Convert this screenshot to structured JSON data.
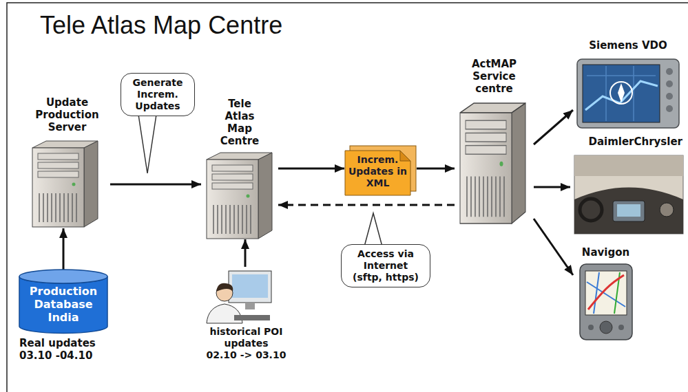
{
  "diagram": {
    "title": "Tele Atlas Map Centre",
    "nodes": [
      {
        "text": [
          "Update Production Server"
        ]
      },
      {
        "text": [
          "Generate Increm. Updates"
        ]
      },
      {
        "text": [
          "Tele Atlas Map Centre"
        ]
      },
      {
        "text": [
          "Increm. Updates in XML"
        ]
      },
      {
        "text": [
          "ActMAP Service centre"
        ]
      },
      {
        "text": [
          "Siemens VDO"
        ]
      },
      {
        "text": [
          "DaimlerChrysler"
        ]
      },
      {
        "text": [
          "Navigon"
        ]
      },
      {
        "text": [
          "Production Database India"
        ]
      },
      {
        "text": [
          "historical POI updates",
          "02.10 -> 03.10"
        ]
      },
      {
        "text": [
          "Access via Internet (sftp, https)"
        ]
      }
    ],
    "edges": [
      {
        "from": 0,
        "to": 2,
        "arrow": "to"
      },
      {
        "from": 2,
        "to": 3,
        "arrow": "to"
      },
      {
        "from": 3,
        "to": 4,
        "arrow": "to"
      },
      {
        "from": 4,
        "to": 2,
        "arrow": "to"
      },
      {
        "from": 4,
        "to": 5,
        "arrow": "to"
      },
      {
        "from": 4,
        "to": 6,
        "arrow": "to"
      },
      {
        "from": 4,
        "to": 7,
        "arrow": "to"
      },
      {
        "from": 8,
        "to": 0,
        "arrow": "to"
      },
      {
        "from": 9,
        "to": 2,
        "arrow": "to"
      }
    ],
    "labels": [
      "Real updates 03.10 -04.10"
    ]
  }
}
